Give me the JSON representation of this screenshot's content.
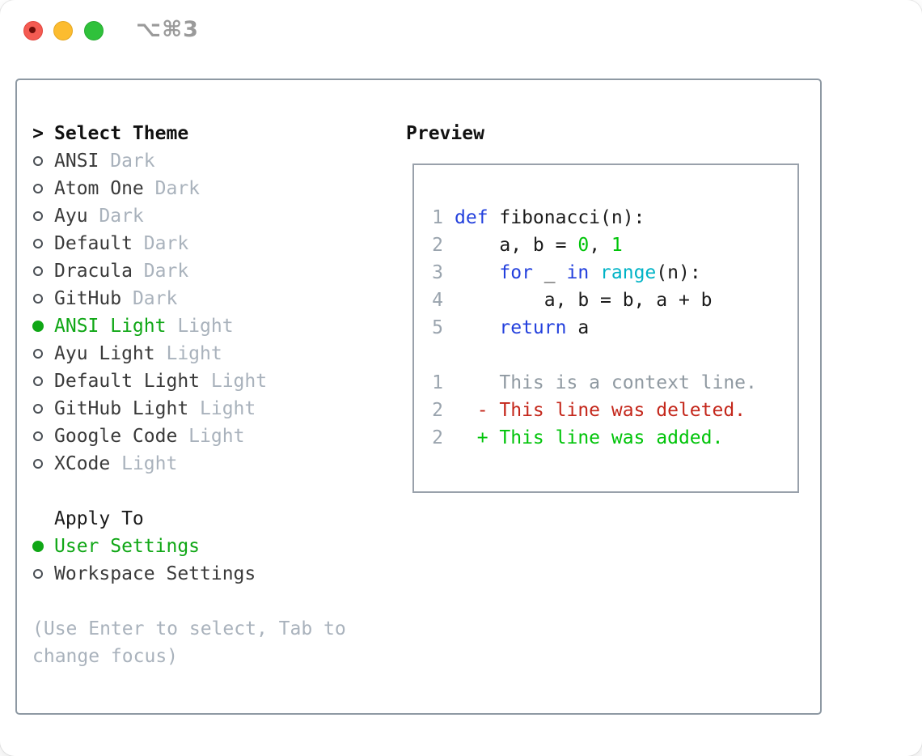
{
  "window": {
    "title": "⌥⌘3"
  },
  "colors": {
    "selection_green": "#10a716",
    "added_green": "#00c409",
    "deleted_red": "#c4271b",
    "keyword_blue": "#2340dd",
    "builtin_cyan": "#00b3c6",
    "muted_gray": "#a9b2bc",
    "panel_border": "#8e99a3"
  },
  "theme_list": {
    "header_prefix": ">",
    "header": "Select Theme",
    "items": [
      {
        "name": "ANSI",
        "tag": "Dark",
        "selected": false
      },
      {
        "name": "Atom One",
        "tag": "Dark",
        "selected": false
      },
      {
        "name": "Ayu",
        "tag": "Dark",
        "selected": false
      },
      {
        "name": "Default",
        "tag": "Dark",
        "selected": false
      },
      {
        "name": "Dracula",
        "tag": "Dark",
        "selected": false
      },
      {
        "name": "GitHub",
        "tag": "Dark",
        "selected": false
      },
      {
        "name": "ANSI Light",
        "tag": "Light",
        "selected": true
      },
      {
        "name": "Ayu Light",
        "tag": "Light",
        "selected": false
      },
      {
        "name": "Default Light",
        "tag": "Light",
        "selected": false
      },
      {
        "name": "GitHub Light",
        "tag": "Light",
        "selected": false
      },
      {
        "name": "Google Code",
        "tag": "Light",
        "selected": false
      },
      {
        "name": "XCode",
        "tag": "Light",
        "selected": false
      }
    ]
  },
  "apply_to": {
    "header": "Apply To",
    "options": [
      {
        "name": "User Settings",
        "selected": true
      },
      {
        "name": "Workspace Settings",
        "selected": false
      }
    ]
  },
  "hint": "(Use Enter to select, Tab to change focus)",
  "preview": {
    "label": "Preview",
    "code_lines": [
      {
        "num": "1",
        "segments": [
          [
            "kw",
            "def"
          ],
          [
            "plain",
            " fibonacci(n):"
          ]
        ]
      },
      {
        "num": "2",
        "segments": [
          [
            "plain",
            "    a, b = "
          ],
          [
            "num",
            "0"
          ],
          [
            "plain",
            ", "
          ],
          [
            "num",
            "1"
          ]
        ]
      },
      {
        "num": "3",
        "segments": [
          [
            "plain",
            "    "
          ],
          [
            "kw",
            "for"
          ],
          [
            "plain",
            " _ "
          ],
          [
            "kw",
            "in"
          ],
          [
            "plain",
            " "
          ],
          [
            "builtin",
            "range"
          ],
          [
            "plain",
            "(n):"
          ]
        ]
      },
      {
        "num": "4",
        "segments": [
          [
            "plain",
            "        a, b = b, a + b"
          ]
        ]
      },
      {
        "num": "5",
        "segments": [
          [
            "plain",
            "    "
          ],
          [
            "kw",
            "return"
          ],
          [
            "plain",
            " a"
          ]
        ]
      },
      {
        "num": "",
        "segments": []
      },
      {
        "num": "1",
        "segments": [
          [
            "context",
            "    This is a context line."
          ]
        ]
      },
      {
        "num": "2",
        "segments": [
          [
            "deleted",
            "  - This line was deleted."
          ]
        ]
      },
      {
        "num": "2",
        "segments": [
          [
            "added",
            "  + This line was added."
          ]
        ]
      }
    ]
  }
}
